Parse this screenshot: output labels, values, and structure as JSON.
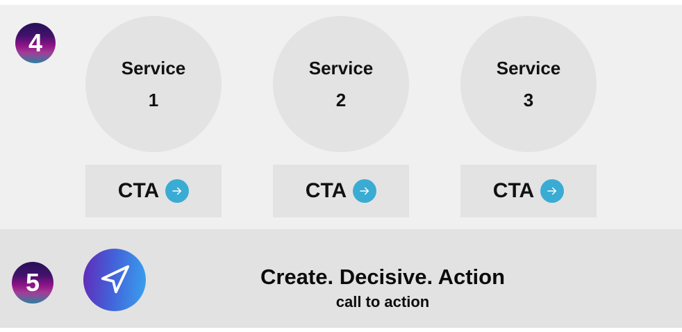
{
  "colors": {
    "page_bg": "#ffffff",
    "top_section_bg": "#f0f0f0",
    "bottom_section_bg": "#e2e2e2",
    "shape_fill": "#e3e3e3",
    "text_dark": "#111111",
    "cta_circle": "#3aacd4",
    "badge_grad_1": "#271059",
    "badge_grad_2": "#41126b",
    "badge_grad_3": "#8f1388",
    "badge_grad_4": "#a33d96",
    "badge_grad_5": "#2e7fa0",
    "send_grad_1": "#6229b8",
    "send_grad_2": "#4460d8",
    "send_grad_3": "#38a2ef"
  },
  "services_section": {
    "step_badge": "4",
    "items": [
      {
        "label": "Service",
        "number": "1",
        "cta_label": "CTA"
      },
      {
        "label": "Service",
        "number": "2",
        "cta_label": "CTA"
      },
      {
        "label": "Service",
        "number": "3",
        "cta_label": "CTA"
      }
    ]
  },
  "cta_section": {
    "step_badge": "5",
    "title": "Create. Decisive. Action",
    "subtitle": "call to action"
  }
}
